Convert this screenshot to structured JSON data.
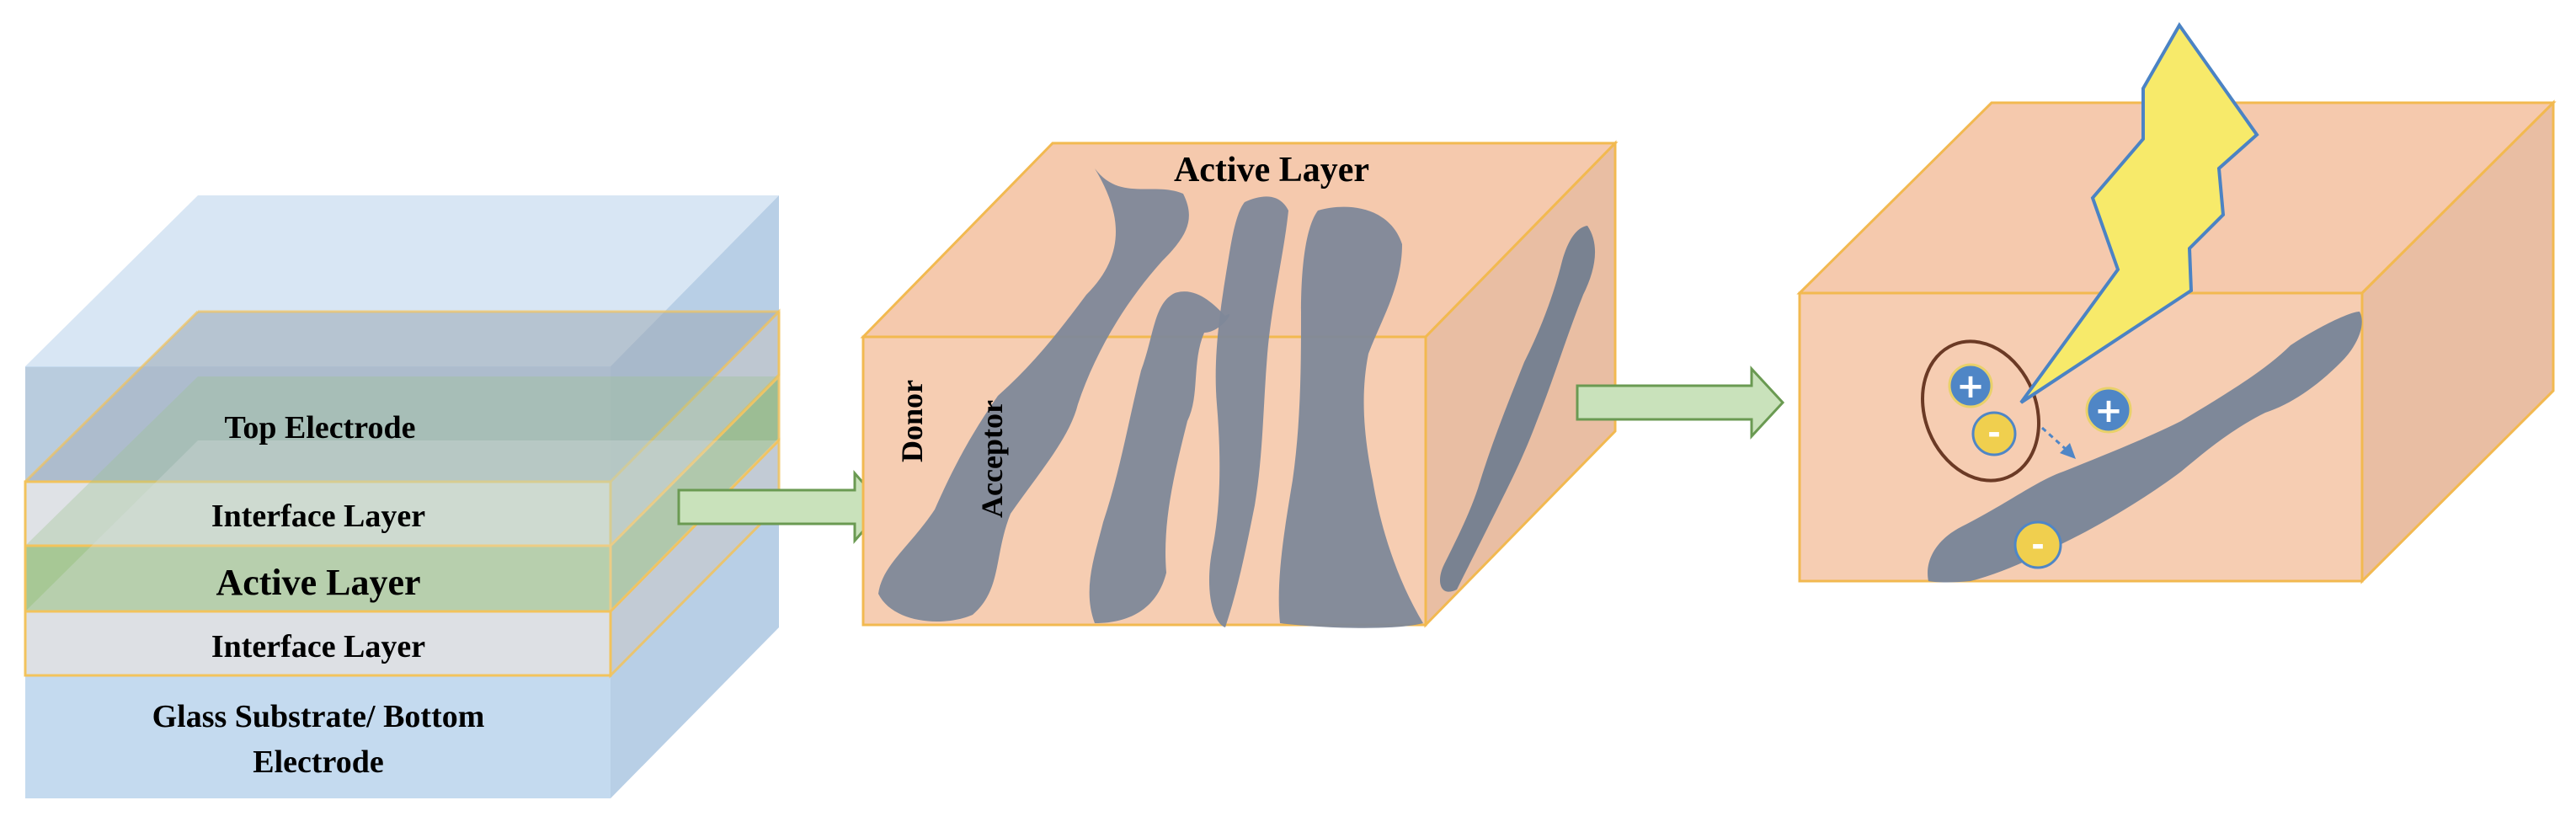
{
  "stack": {
    "top_electrode": "Top Electrode",
    "interface_top": "Interface Layer",
    "active": "Active Layer",
    "interface_bottom": "Interface Layer",
    "substrate_line1": "Glass Substrate/ Bottom",
    "substrate_line2": "Electrode"
  },
  "blend": {
    "title": "Active Layer",
    "donor": "Donor",
    "acceptor": "Acceptor"
  },
  "charges": {
    "plus": "+",
    "minus": "-"
  },
  "colors": {
    "substrate_blue": "#bcd5ec",
    "interface_gray": "#d9dde3",
    "active_green": "#9fc490",
    "peach": "#f5c7aa",
    "acceptor_gray": "#7d8899",
    "edge_orange": "#f2b950",
    "arrow_green": "#c9e2bb",
    "lightning_yellow": "#f7ea6a",
    "hole_blue": "#4f86c6",
    "electron_yellow": "#f0cf4e",
    "exciton_ring": "#6b3a25"
  }
}
